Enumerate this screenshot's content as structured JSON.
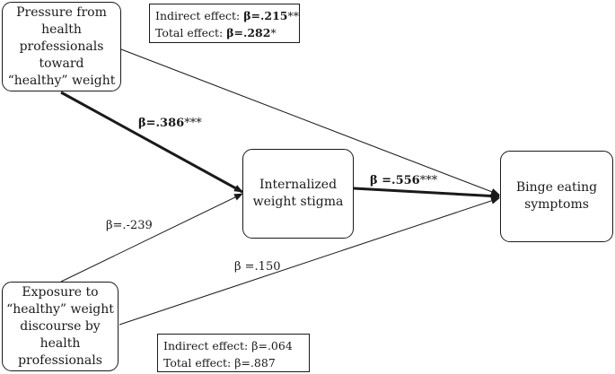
{
  "nodes": {
    "pressure": [
      "Pressure from",
      "health",
      "professionals",
      "toward",
      "“healthy” weight"
    ],
    "stigma": [
      "Internalized",
      "weight stigma"
    ],
    "binge": [
      "Binge eating",
      "symptoms"
    ],
    "exposure": [
      "Exposure to",
      "“healthy” weight",
      "discourse by",
      "health",
      "professionals"
    ]
  },
  "effects_top": {
    "indirect_label": "Indirect effect: ",
    "indirect_value": "β=.215",
    "indirect_sig": "**",
    "total_label": "Total effect: ",
    "total_value": "β=.282",
    "total_sig": "*"
  },
  "effects_bottom": {
    "indirect_label": "Indirect effect: ",
    "indirect_value": "β=.064",
    "total_label": "Total effect: ",
    "total_value": "β=.887"
  },
  "paths": {
    "pressure_to_stigma": {
      "value": "β=.386",
      "sig": "***"
    },
    "stigma_to_binge": {
      "value": "β =.556",
      "sig": "***"
    },
    "exposure_to_stigma": {
      "value": "β=.-239"
    },
    "exposure_to_binge": {
      "value": "β =.150"
    }
  },
  "colors": {
    "line": "#1a1a1a",
    "background": "#ffffff"
  }
}
